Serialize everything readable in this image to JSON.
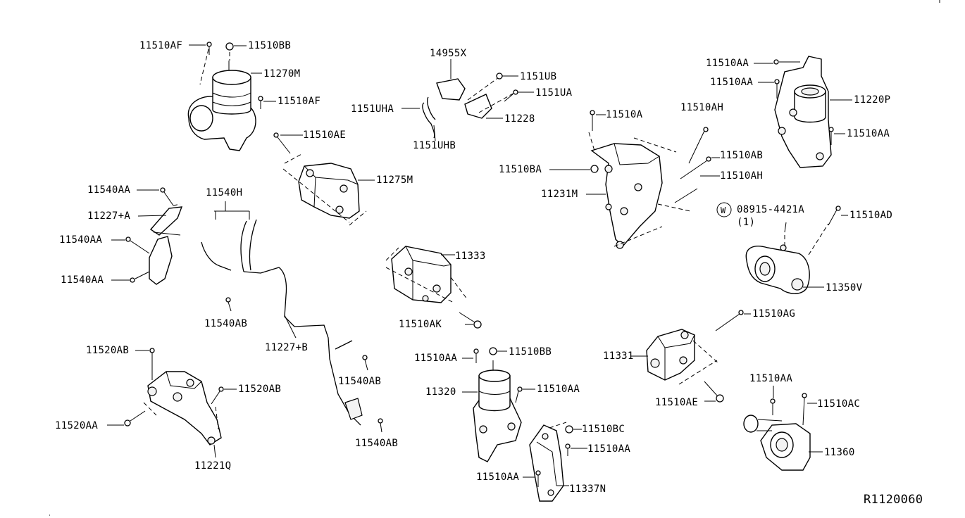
{
  "diagram": {
    "reference_code": "R1120060",
    "labels": {
      "l11510af_top": "11510AF",
      "l11510bb_top": "11510BB",
      "l11270m": "11270M",
      "l11510af_mid": "11510AF",
      "l14955x": "14955X",
      "l1151ub": "1151UB",
      "l1151ua": "1151UA",
      "l1151uha": "1151UHA",
      "l11228": "11228",
      "l1151uhb": "1151UHB",
      "l11510ae_top": "11510AE",
      "l11275m": "11275M",
      "l11510a": "11510A",
      "l11510ah_top": "11510AH",
      "l11510ab": "11510AB",
      "l11510ba": "11510BA",
      "l11510ah_mid": "11510AH",
      "l11231m": "11231M",
      "l11510aa_r1": "11510AA",
      "l11510aa_r2": "11510AA",
      "l11220p": "11220P",
      "l11510aa_r3": "11510AA",
      "l11540aa_1": "11540AA",
      "l11540h": "11540H",
      "l11227a": "11227+A",
      "l11540aa_2": "11540AA",
      "l11540aa_3": "11540AA",
      "l11540ab_1": "11540AB",
      "l11333": "11333",
      "l11510ak": "11510AK",
      "l08915": "08915-4421A",
      "l08915_qty": "(1)",
      "w_symbol": "W",
      "l11510ad": "11510AD",
      "l11350v": "11350V",
      "l11510ag": "11510AG",
      "l11227b": "11227+B",
      "l11520ab_1": "11520AB",
      "l11520ab_2": "11520AB",
      "l11520aa": "11520AA",
      "l11221q": "11221Q",
      "l11540ab_2": "11540AB",
      "l11540ab_3": "11540AB",
      "l11510aa_c1": "11510AA",
      "l11510bb_c": "11510BB",
      "l11320": "11320",
      "l11510aa_c2": "11510AA",
      "l11510bc": "11510BC",
      "l11510aa_c3": "11510AA",
      "l11510aa_c4": "11510AA",
      "l11337n": "11337N",
      "l11331": "11331",
      "l11510ae_bot": "11510AE",
      "l11510aa_br": "11510AA",
      "l11510ac": "11510AC",
      "l11360": "11360"
    }
  }
}
